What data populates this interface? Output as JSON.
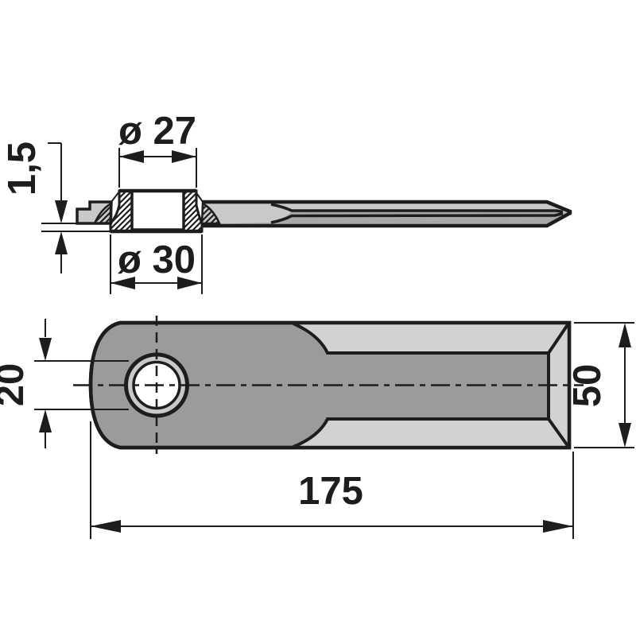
{
  "drawing": {
    "dimensions": {
      "bushing_top_diameter": "ø 27",
      "bushing_flange_diameter": "ø 30",
      "bushing_protrusion": "1,5",
      "hole_diameter": "20",
      "blade_width": "50",
      "blade_length": "175"
    }
  },
  "colors": {
    "ink": "#1d1d1b",
    "paper": "#ffffff",
    "gray-light": "#c9c9c9",
    "gray-mid": "#a8a8a8",
    "gray-dark": "#9b9b9b",
    "bevel-light": "#d2d2d2",
    "ring-gray": "#c9c9c9"
  }
}
